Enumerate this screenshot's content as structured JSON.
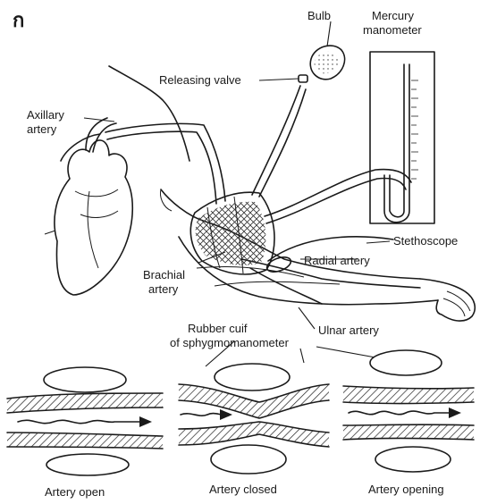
{
  "panel_letter": "ก",
  "labels": {
    "bulb": "Bulb",
    "mercury_manometer_line1": "Mercury",
    "mercury_manometer_line2": "manometer",
    "releasing_valve": "Releasing valve",
    "axillary_artery_line1": "Axillary",
    "axillary_artery_line2": "artery",
    "stethoscope": "Stethoscope",
    "radial_artery": "Radial artery",
    "brachial_artery_line1": "Brachial",
    "brachial_artery_line2": "artery",
    "ulnar_artery": "Ulnar artery",
    "rubber_cuff_line1": "Rubber cuif",
    "rubber_cuff_line2": "of sphygmomanometer"
  },
  "panels": [
    {
      "caption": "Artery open"
    },
    {
      "caption": "Artery closed"
    },
    {
      "caption": "Artery opening"
    }
  ]
}
